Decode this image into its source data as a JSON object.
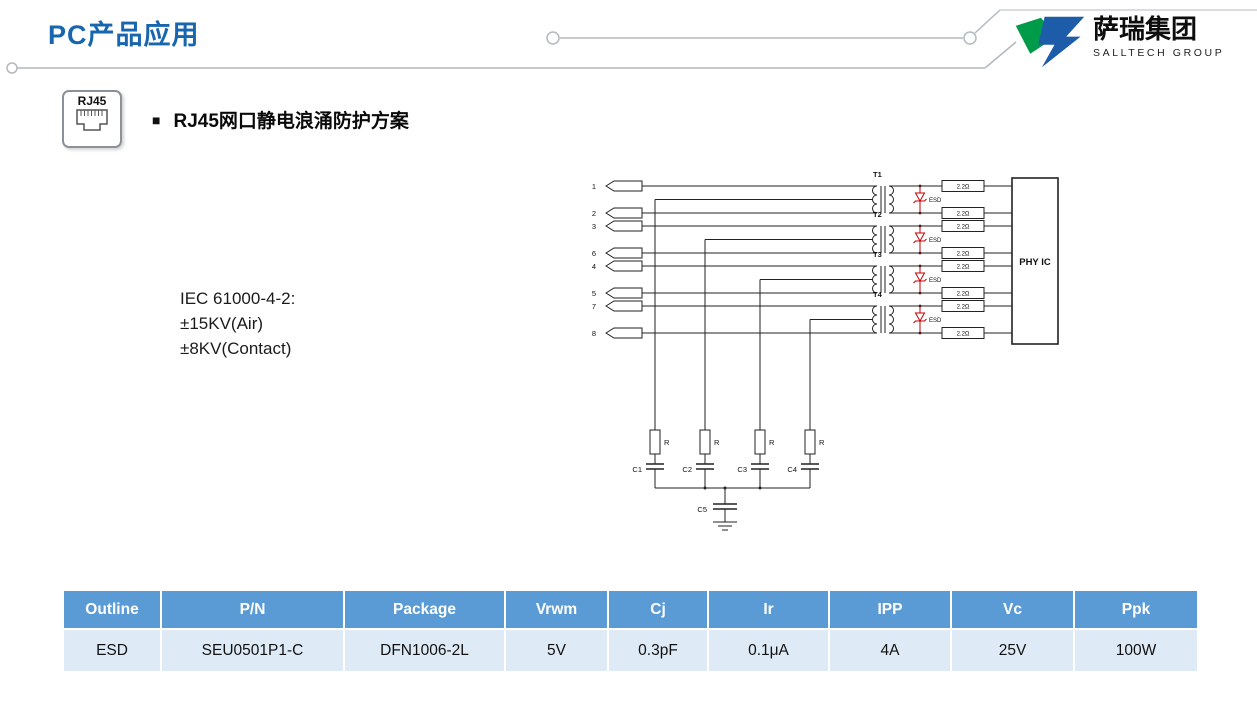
{
  "page": {
    "title": "PC产品应用"
  },
  "logo": {
    "company": "萨瑞集团",
    "group": "SALLTECH GROUP"
  },
  "section": {
    "icon_label": "RJ45",
    "bullet": "■",
    "heading": "RJ45网口静电浪涌防护方案"
  },
  "spec": {
    "line1": "IEC 61000-4-2:",
    "line2": "±15KV(Air)",
    "line3": "±8KV(Contact)"
  },
  "circuit": {
    "pins": [
      "1",
      "2",
      "3",
      "6",
      "4",
      "5",
      "7",
      "8"
    ],
    "transformers": [
      "T1",
      "T2",
      "T3",
      "T4"
    ],
    "esd_label": "ESD",
    "series_resistor_label": "2.2Ω",
    "phy_label": "PHY IC",
    "r_label": "R",
    "caps": [
      "C1",
      "C2",
      "C3",
      "C4"
    ],
    "bulk_cap": "C5"
  },
  "table": {
    "headers": [
      "Outline",
      "P/N",
      "Package",
      "Vrwm",
      "Cj",
      "Ir",
      "IPP",
      "Vc",
      "Ppk"
    ],
    "rows": [
      [
        "ESD",
        "SEU0501P1-C",
        "DFN1006-2L",
        "5V",
        "0.3pF",
        "0.1μA",
        "4A",
        "25V",
        "100W"
      ]
    ]
  },
  "colors": {
    "title_blue": "#1766AE",
    "table_header_blue": "#5B9BD5",
    "table_row_blue": "#DEEBF7",
    "logo_green": "#009B48",
    "logo_blue": "#1C5CA8",
    "esd_red": "#C00000"
  }
}
